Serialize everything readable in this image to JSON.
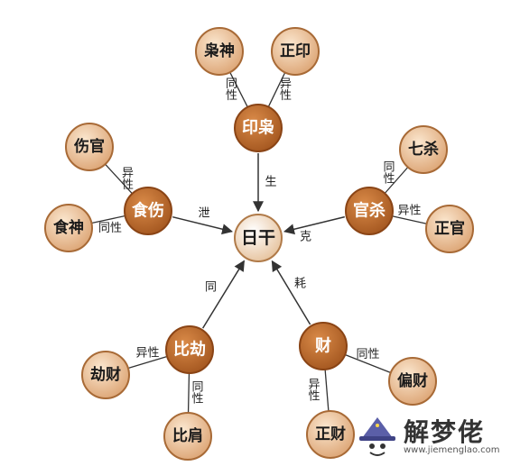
{
  "center": {
    "label": "日干"
  },
  "groups": [
    {
      "id": "yinxiao",
      "label": "印枭",
      "edge": "生",
      "subs": [
        {
          "label": "枭神",
          "edge": "同性"
        },
        {
          "label": "正印",
          "edge": "异性"
        }
      ]
    },
    {
      "id": "guansha",
      "label": "官杀",
      "edge": "克",
      "subs": [
        {
          "label": "七杀",
          "edge": "同性"
        },
        {
          "label": "正官",
          "edge": "异性"
        }
      ]
    },
    {
      "id": "cai",
      "label": "财",
      "edge": "耗",
      "subs": [
        {
          "label": "偏财",
          "edge": "同性"
        },
        {
          "label": "正财",
          "edge": "异性"
        }
      ]
    },
    {
      "id": "bijie",
      "label": "比劫",
      "edge": "同",
      "subs": [
        {
          "label": "劫财",
          "edge": "异性"
        },
        {
          "label": "比肩",
          "edge": "同性"
        }
      ]
    },
    {
      "id": "shishang",
      "label": "食伤",
      "edge": "泄",
      "subs": [
        {
          "label": "伤官",
          "edge": "异性"
        },
        {
          "label": "食神",
          "edge": "同性"
        }
      ]
    }
  ],
  "watermark": {
    "title": "解梦佬",
    "url": "www.jiemenglao.com",
    "icon": "wizard-hat-icon"
  },
  "colors": {
    "main_node": "#b5652a",
    "sub_node": "#e9c49a",
    "line": "#333333",
    "center": "#f2d9bf"
  }
}
